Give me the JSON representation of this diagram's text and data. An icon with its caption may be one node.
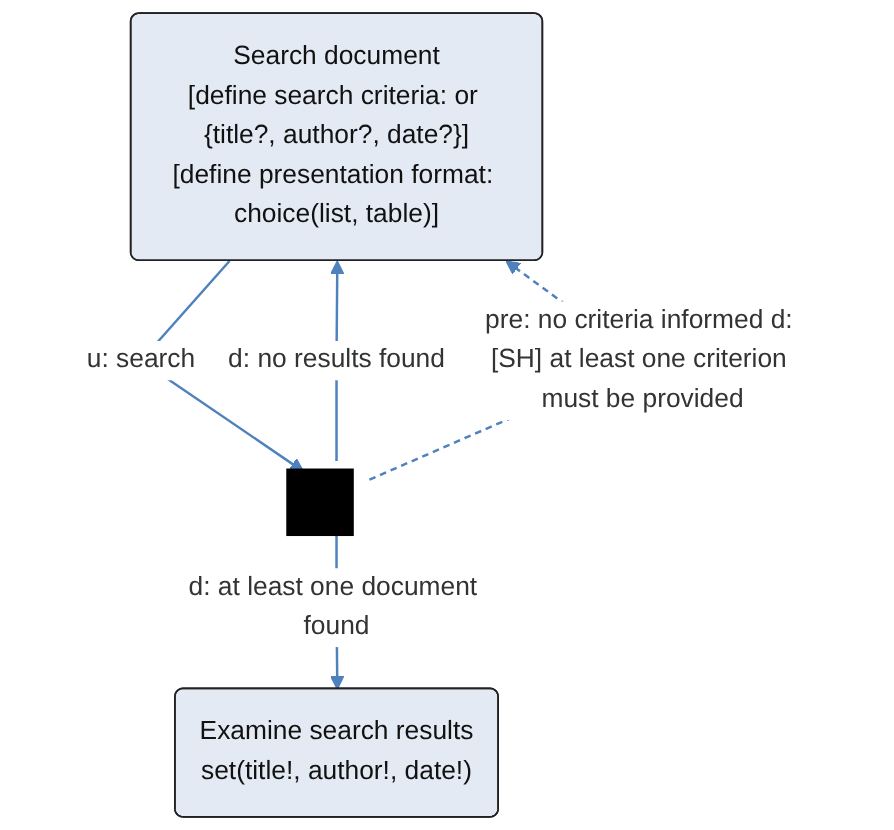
{
  "diagram": {
    "nodes": [
      {
        "text": [
          "Search document",
          "[define search criteria: or {title?, author?, date?}]",
          "[define presentation format: choice(list, table)]"
        ]
      },
      {
        "text": [],
        "shape": "box"
      },
      {
        "text": [
          "Examine search results",
          "set(title!, author!, date!)"
        ]
      }
    ],
    "edges": [
      {
        "from": 0,
        "to": 1,
        "arrow": "to",
        "label": "u: search"
      },
      {
        "from": 1,
        "to": 0,
        "arrow": "to",
        "label": "d: no results found"
      },
      {
        "from": 1,
        "to": 0,
        "arrow": "to",
        "label": "pre: no criteria informed d: [SH] at least one criterion must be provided",
        "style": "dashed"
      },
      {
        "from": 1,
        "to": 2,
        "arrow": "to",
        "label": "d: at least one document found"
      }
    ]
  }
}
